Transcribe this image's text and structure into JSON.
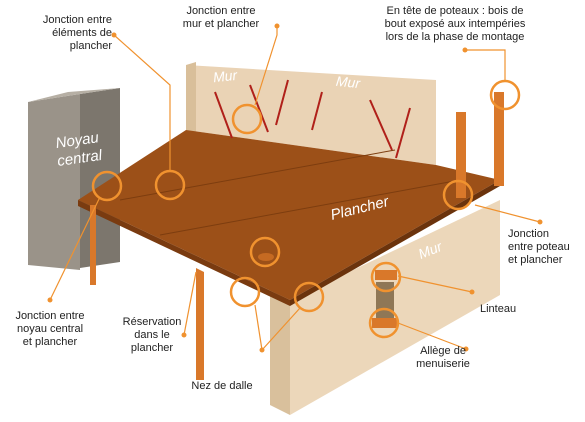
{
  "labels": {
    "jonction_elements": "Jonction entre\néléments de\nplancher",
    "jonction_mur": "Jonction entre\nmur et plancher",
    "tete_poteaux": "En tête de poteaux : bois de\nbout exposé aux intempéries\nlors de la phase de montage",
    "jonction_poteau": "Jonction\nentre poteau\net plancher",
    "linteau": "Linteau",
    "allege": "Allège de\nmenuiserie",
    "nez_dalle": "Nez de dalle",
    "reservation": "Réservation\ndans le\nplancher",
    "jonction_noyau": "Jonction entre\nnoyau central\net plancher"
  },
  "image_labels": {
    "noyau": "Noyau\ncentral",
    "mur_back_left": "Mur",
    "mur_back_right": "Mur",
    "plancher": "Plancher",
    "mur_front": "Mur"
  },
  "colors": {
    "accent_orange": "#f0922f",
    "floor": "#9a4e16",
    "wall": "#ead3b5",
    "core": "#999185",
    "post": "#d9782a"
  }
}
